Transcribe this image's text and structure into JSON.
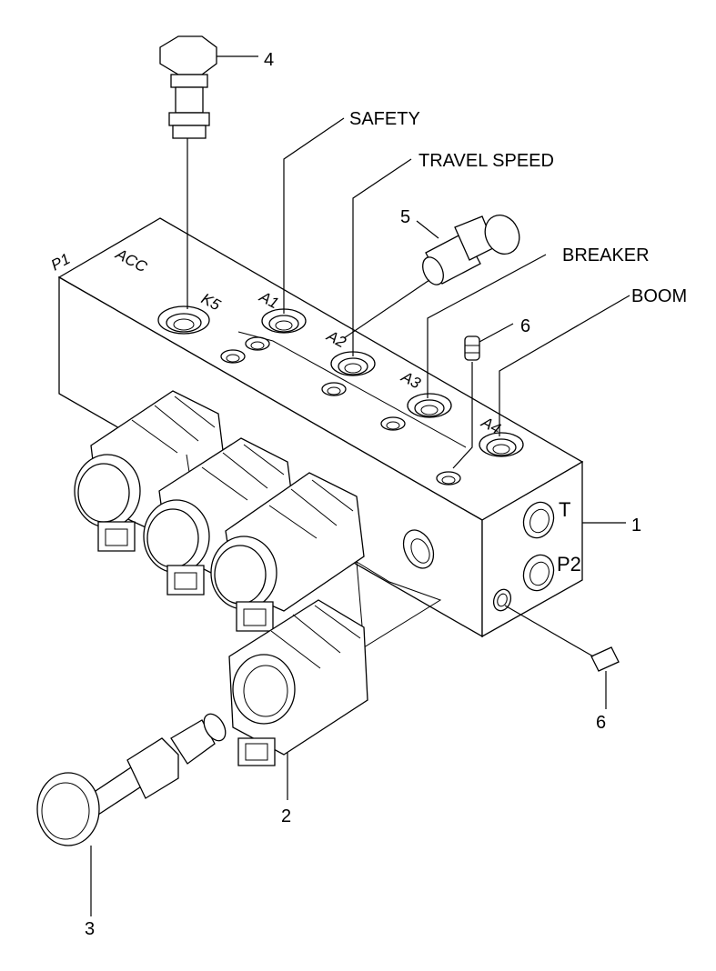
{
  "callouts": {
    "safety": "SAFETY",
    "travel_speed": "TRAVEL SPEED",
    "breaker": "BREAKER",
    "boom": "BOOM",
    "part_1": "1",
    "part_2": "2",
    "part_3": "3",
    "part_4": "4",
    "part_5": "5",
    "part_6_top": "6",
    "part_6_bottom": "6"
  },
  "port_labels": {
    "p1": "P1",
    "acc": "ACC",
    "k5": "K5",
    "a1": "A1",
    "a2": "A2",
    "a3": "A3",
    "a4": "A4",
    "t": "T",
    "p2": "P2"
  }
}
